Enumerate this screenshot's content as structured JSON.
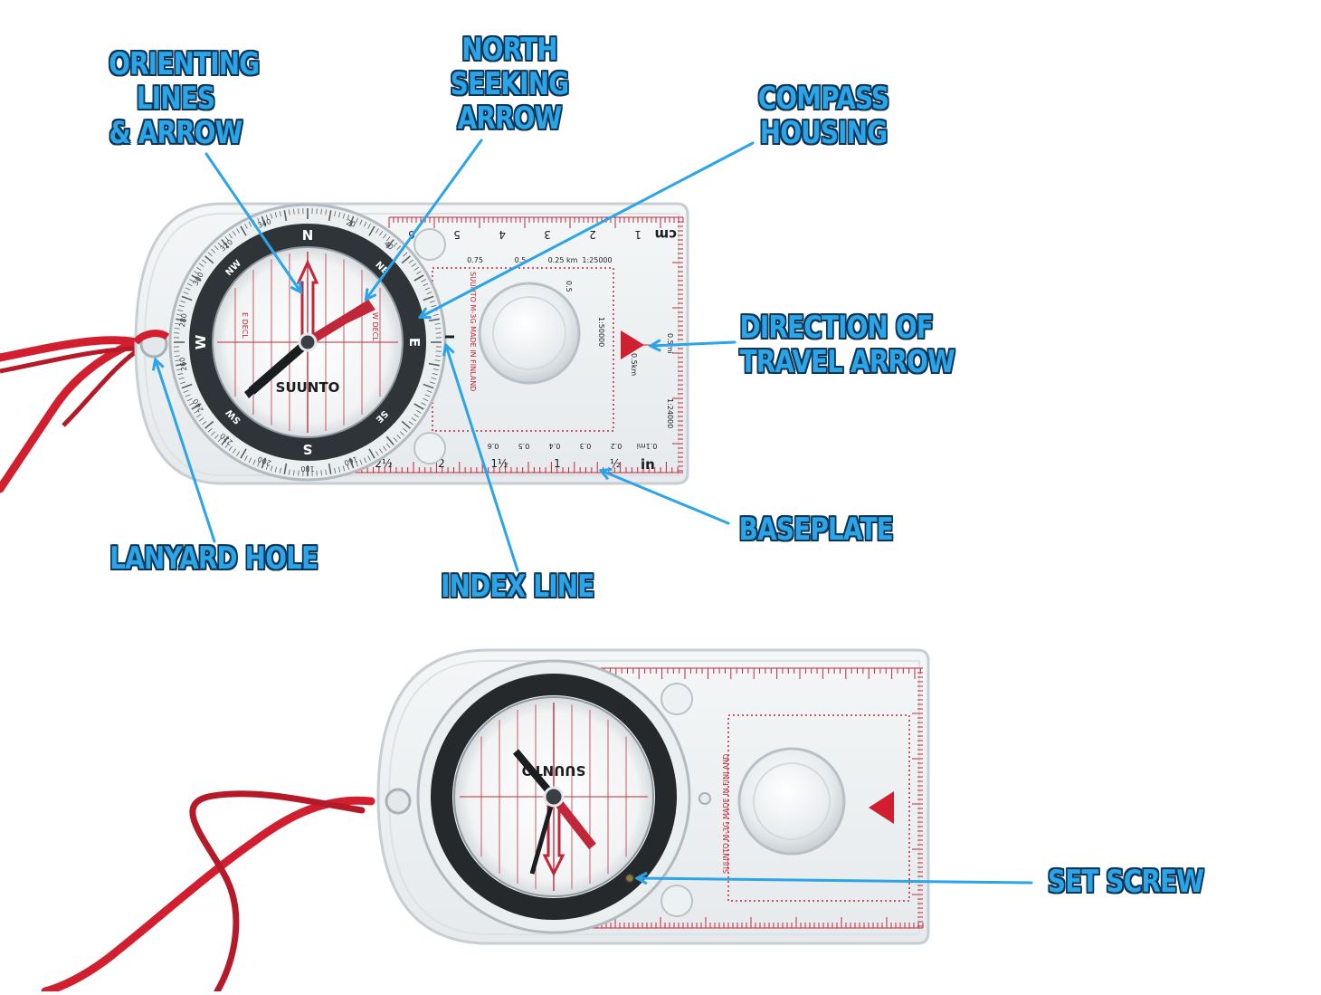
{
  "colors": {
    "label_fill": "#2ba4e8",
    "label_outline": "#0f3554",
    "arrow": "#2ba4e8",
    "scale_red": "#c0283a",
    "bezel_dark": "#2f3439",
    "lanyard": "#d11f2f"
  },
  "callouts": {
    "orienting": [
      "ORIENTING",
      "LINES",
      "& ARROW"
    ],
    "north_seeking": [
      "NORTH",
      "SEEKING",
      "ARROW"
    ],
    "housing": [
      "COMPASS",
      "HOUSING"
    ],
    "direction": [
      "DIRECTION OF",
      "TRAVEL ARROW"
    ],
    "baseplate": "BASEPLATE",
    "index_line": "INDEX LINE",
    "lanyard_hole": "LANYARD HOLE",
    "set_screw": "SET SCREW"
  },
  "compass_top": {
    "brand": "SUUNTO",
    "model_text": "SUUNTO M-3G MADE IN FINLAND",
    "cardinals": [
      "N",
      "NE",
      "E",
      "SE",
      "S",
      "SW",
      "W",
      "NW"
    ],
    "degree_labels": [
      "20",
      "40",
      "300",
      "320",
      "340",
      "260",
      "240",
      "280",
      "200",
      "220",
      "180",
      "160"
    ],
    "decl_left": "E DECL",
    "decl_right": "W DECL",
    "cm_unit": "cm",
    "cm_ticks": [
      "1",
      "2",
      "3",
      "4",
      "5",
      "6"
    ],
    "in_unit": "in",
    "in_ticks": [
      "½",
      "1",
      "1½",
      "2",
      "2½"
    ],
    "scale_top_labels": [
      "0.75",
      "0.5",
      "0.25 km",
      "1:25000"
    ],
    "scale_right_labels": [
      "0.5",
      "1:50000",
      "0.5km"
    ],
    "scale_bottom_labels": [
      "0.6",
      "0.5",
      "0.4",
      "0.3",
      "0.2",
      "0.1mi"
    ],
    "scale_24k": "1:24000",
    "scale_side": "0.5mi"
  },
  "compass_bottom": {
    "brand": "SUUNTO",
    "model_text": "SUUNTO M-3G MADE IN FINLAND"
  }
}
